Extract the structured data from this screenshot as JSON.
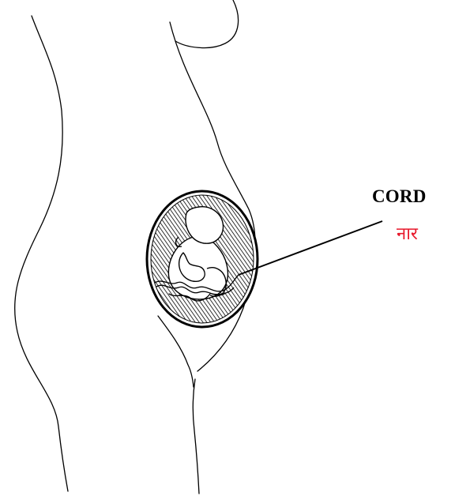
{
  "labels": {
    "cord_en": "CORD",
    "cord_hi": "नार"
  },
  "colors": {
    "line": "#000000",
    "label_en": "#000000",
    "label_hi": "#e8192c"
  },
  "icons": {
    "figure": "pregnant-woman-side-view-line-drawing",
    "fetus": "fetus-in-womb"
  }
}
